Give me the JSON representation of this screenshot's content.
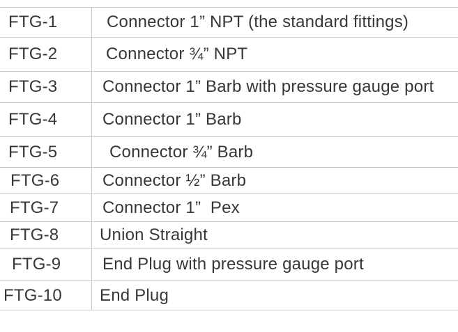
{
  "table": {
    "rows": [
      {
        "code": "FTG-1",
        "description": "Connector 1” NPT (the standard fittings)"
      },
      {
        "code": "FTG-2",
        "description": "Connector ¾” NPT"
      },
      {
        "code": "FTG-3",
        "description": "Connector 1” Barb with pressure gauge port"
      },
      {
        "code": "FTG-4",
        "description": "Connector 1” Barb"
      },
      {
        "code": "FTG-5",
        "description": "Connector ¾” Barb"
      },
      {
        "code": "FTG-6",
        "description": "Connector ½” Barb"
      },
      {
        "code": "FTG-7",
        "description": "Connector 1”  Pex"
      },
      {
        "code": "FTG-8",
        "description": "Union Straight"
      },
      {
        "code": "FTG-9",
        "description": "End Plug with pressure gauge port"
      },
      {
        "code": "FTG-10",
        "description": "End Plug"
      }
    ],
    "colors": {
      "text": "#373737",
      "line": "#c6c6c6",
      "background": "#ffffff"
    }
  }
}
